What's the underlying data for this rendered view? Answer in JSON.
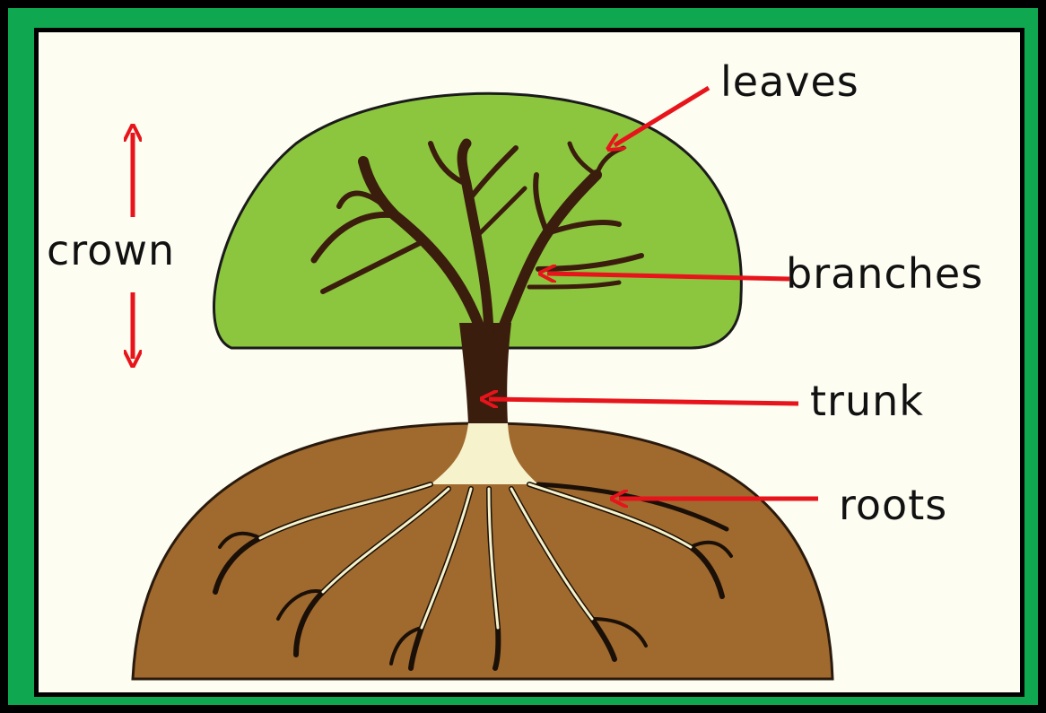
{
  "labels": {
    "leaves": "leaves",
    "crown": "crown",
    "branches": "branches",
    "trunk": "trunk",
    "roots": "roots"
  },
  "colors": {
    "frame_green": "#0fa850",
    "background": "#fdfdf2",
    "leaves": "#8cc63f",
    "trunk": "#3b1d0e",
    "soil": "#a0692e",
    "roots": "#f5f2cc",
    "arrow": "#e8141b"
  }
}
